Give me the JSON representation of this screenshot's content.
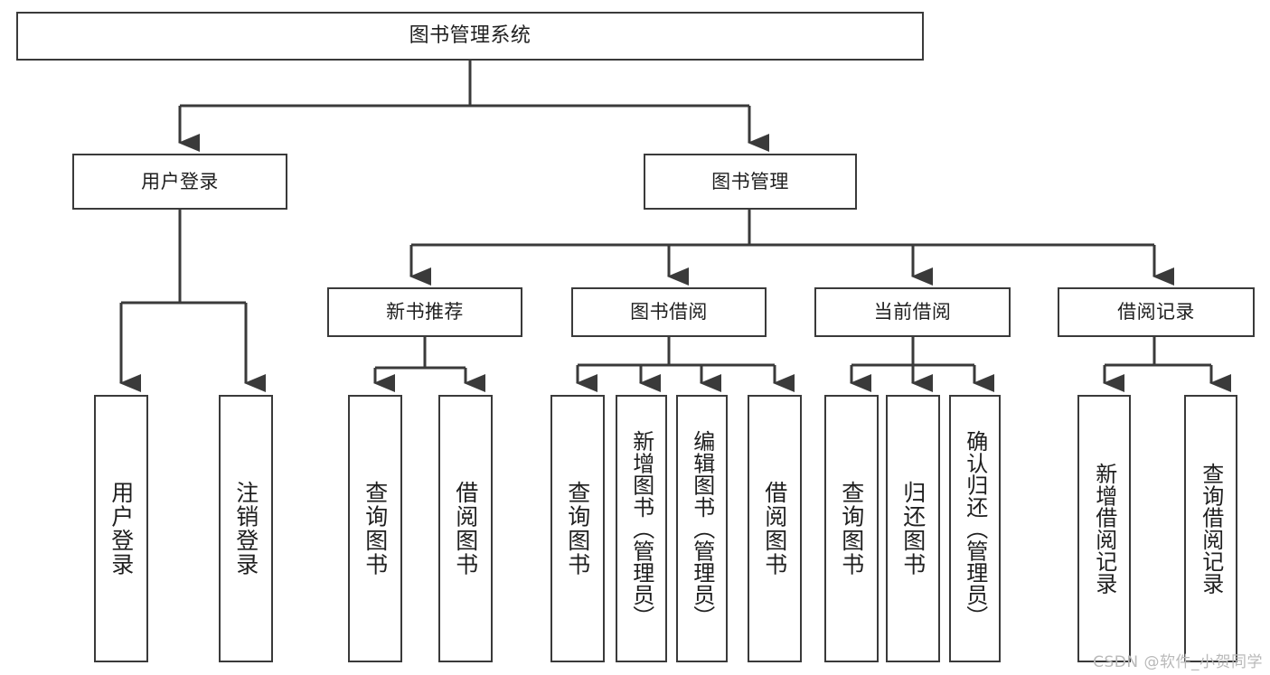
{
  "diagram": {
    "title": "图书管理系统",
    "type": "tree-hierarchy",
    "root": {
      "label": "图书管理系统"
    },
    "level2": {
      "user_login": "用户登录",
      "book_management": "图书管理"
    },
    "level3": {
      "new_book_recommend": "新书推荐",
      "book_borrow": "图书借阅",
      "current_borrow": "当前借阅",
      "borrow_record": "借阅记录"
    },
    "leaves": {
      "user_login_children": [
        "用户登录",
        "注销登录"
      ],
      "new_book_recommend_children": [
        "查询图书",
        "借阅图书"
      ],
      "book_borrow_children": [
        "查询图书",
        "新增图书（管理员）",
        "编辑图书（管理员）",
        "借阅图书"
      ],
      "current_borrow_children": [
        "查询图书",
        "归还图书",
        "确认归还（管理员）"
      ],
      "borrow_record_children": [
        "新增借阅记录",
        "查询借阅记录"
      ]
    },
    "colors": {
      "stroke": "#3a3a3a",
      "fill": "#ffffff",
      "text": "#1f1f1f",
      "watermark": "#b9b9b9"
    }
  },
  "watermark": {
    "text": "CSDN @软件_小贺同学"
  }
}
